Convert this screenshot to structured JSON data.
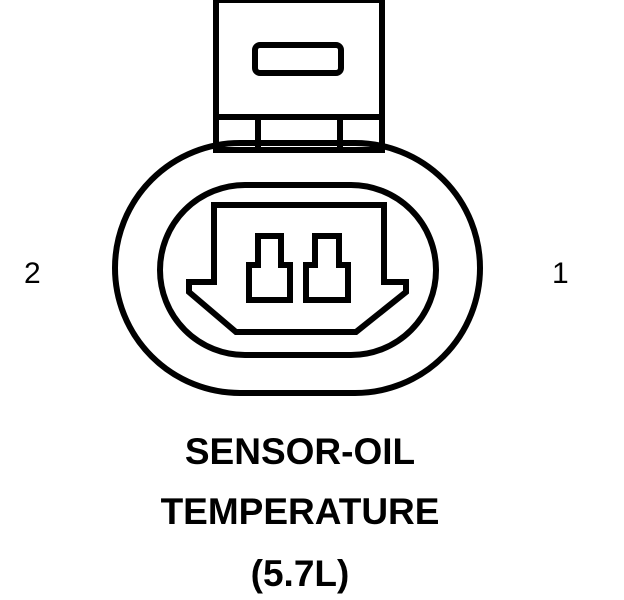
{
  "connector": {
    "pin_labels": {
      "left": "2",
      "right": "1"
    },
    "caption_lines": [
      "SENSOR-OIL",
      "TEMPERATURE",
      "(5.7L)"
    ]
  },
  "colors": {
    "stroke": "#000000",
    "background": "#ffffff"
  },
  "icons": {
    "latch": "rounded-rectangle-slot",
    "cavities": "terminal-cavity"
  }
}
